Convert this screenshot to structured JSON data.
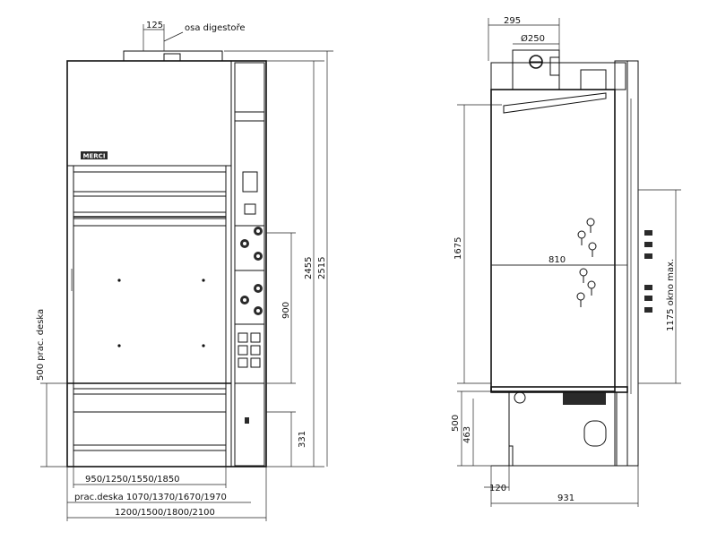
{
  "labels": {
    "fume_axis": "osa digestoře",
    "brand": "MERCI",
    "work_top_front": "prac.deska 1070/1370/1670/1970",
    "work_top_height": "500 prac. deska",
    "window_max": "1175 okno max."
  },
  "front_dims": {
    "top_offset": "125",
    "inner_width": "950/1250/1550/1850",
    "outer_width": "1200/1500/1800/2100",
    "opening": "900",
    "height_body": "2455",
    "height_total": "2515",
    "base_height": "331"
  },
  "side_dims": {
    "depth_top": "295",
    "duct_diameter": "Ø250",
    "inner_depth": "810",
    "height_1675": "1675",
    "base_500": "500",
    "base_463": "463",
    "plinth_120": "120",
    "total_depth": "931"
  },
  "colors": {
    "line": "#111111",
    "dark_fill": "#2a2a2a",
    "panel_fill": "#ececec"
  }
}
